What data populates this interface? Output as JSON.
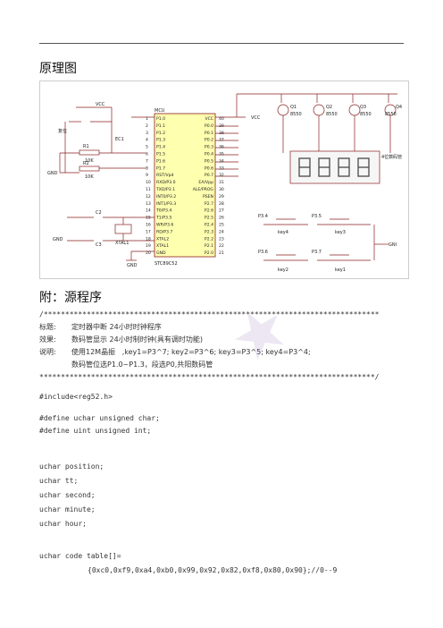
{
  "heading_schematic": "原理图",
  "heading_program": "附：源程序",
  "schematic": {
    "vcc": "VCC",
    "mcu": "MCU",
    "chip": "STC89C52",
    "reset": "复位",
    "gnd": "GND",
    "gni": "GNI",
    "r1": "R1",
    "r2": "R2",
    "r_val": "10K",
    "ec1": "EC1",
    "c2": "C2",
    "c3": "C3",
    "xtal": "XTAL1",
    "q1": "Q1",
    "q2": "Q2",
    "q3": "Q3",
    "q4": "Q4",
    "q_type": "8550",
    "display": "4位数码管",
    "key1": "key1",
    "key2": "key2",
    "key3": "key3",
    "key4": "key4",
    "p34": "P3.4",
    "p35": "P3.5",
    "p36": "P3.6",
    "p37": "P3.7",
    "left_pins": [
      "P1.0",
      "P1.1",
      "P1.2",
      "P1.3",
      "P1.4",
      "P1.5",
      "P1.6",
      "P1.7",
      "RST/Vpd",
      "RXD/P3.0",
      "TXD/P3.1",
      "INT0/P3.2",
      "INT1/P3.3",
      "T0/P3.4",
      "T1/P3.5",
      "WR/P3.6",
      "RD/P3.7",
      "XTAL2",
      "XTAL1",
      "GND"
    ],
    "right_pins": [
      "VCC",
      "P0.0",
      "P0.1",
      "P0.2",
      "P0.3",
      "P0.4",
      "P0.5",
      "P0.6",
      "P0.7",
      "EA/Vpp",
      "ALE/PROG",
      "PSEN",
      "P2.7",
      "P2.6",
      "P2.5",
      "P2.4",
      "P2.3",
      "P2.2",
      "P2.1",
      "P2.0"
    ],
    "left_nums": [
      "1",
      "2",
      "3",
      "4",
      "5",
      "6",
      "7",
      "8",
      "9",
      "10",
      "11",
      "12",
      "13",
      "14",
      "15",
      "16",
      "17",
      "18",
      "19",
      "20"
    ],
    "right_nums": [
      "40",
      "39",
      "38",
      "37",
      "36",
      "35",
      "34",
      "33",
      "32",
      "31",
      "30",
      "29",
      "28",
      "27",
      "26",
      "25",
      "24",
      "23",
      "22",
      "21"
    ]
  },
  "code": {
    "stars_open": "/******************************************************************************",
    "title_label": "标题:",
    "title_value": "定时器中断 24小时时钟程序",
    "effect_label": "效果:",
    "effect_value": "数码管显示 24小时制时钟(具有调时功能)",
    "note_label": "说明:",
    "note_value": "使用12M晶振   ,key1=P3^7; key2=P3^6; key3=P3^5; key4=P3^4;",
    "note_value2": "数码管位选P1.0~P1.3，段选P0,共阳数码管",
    "stars_close": "******************************************************************************/",
    "include": "#include<reg52.h>",
    "define1": "#define uchar unsigned char;",
    "define2": "#define uint unsigned int;",
    "var1": "uchar position;",
    "var2": "uchar tt;",
    "var3": "uchar second;",
    "var4": "uchar minute;",
    "var5": "uchar hour;",
    "table_decl": "uchar code table[]=",
    "table_vals": "{0xc0,0xf9,0xa4,0xb0,0x99,0x92,0x82,0xf8,0x80,0x90};//0--9"
  }
}
